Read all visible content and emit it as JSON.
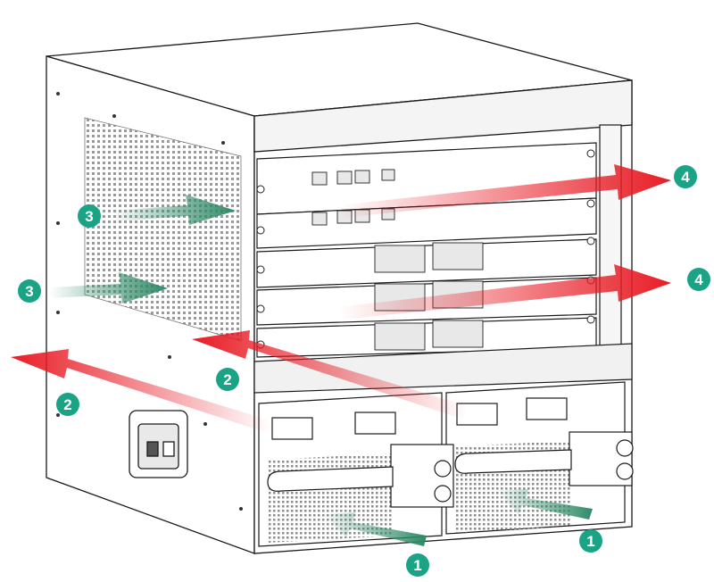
{
  "colors": {
    "intake_arrow": "#2f8a67",
    "exhaust_arrow": "#e81c25",
    "badge_fill": "#1aa384",
    "badge_text": "#ffffff",
    "chassis_line": "#1a1a1a",
    "chassis_fill": "#ffffff",
    "vent": "#9a9a9a"
  },
  "callouts": [
    {
      "id": "1",
      "label": "1",
      "meaning": "power-supply-air-intake"
    },
    {
      "id": "1b",
      "label": "1",
      "meaning": "power-supply-air-intake"
    },
    {
      "id": "2",
      "label": "2",
      "meaning": "power-supply-air-exhaust"
    },
    {
      "id": "2b",
      "label": "2",
      "meaning": "power-supply-air-exhaust"
    },
    {
      "id": "3",
      "label": "3",
      "meaning": "card-area-air-intake"
    },
    {
      "id": "3b",
      "label": "3",
      "meaning": "card-area-air-intake"
    },
    {
      "id": "4",
      "label": "4",
      "meaning": "card-area-air-exhaust"
    },
    {
      "id": "4b",
      "label": "4",
      "meaning": "card-area-air-exhaust"
    }
  ]
}
